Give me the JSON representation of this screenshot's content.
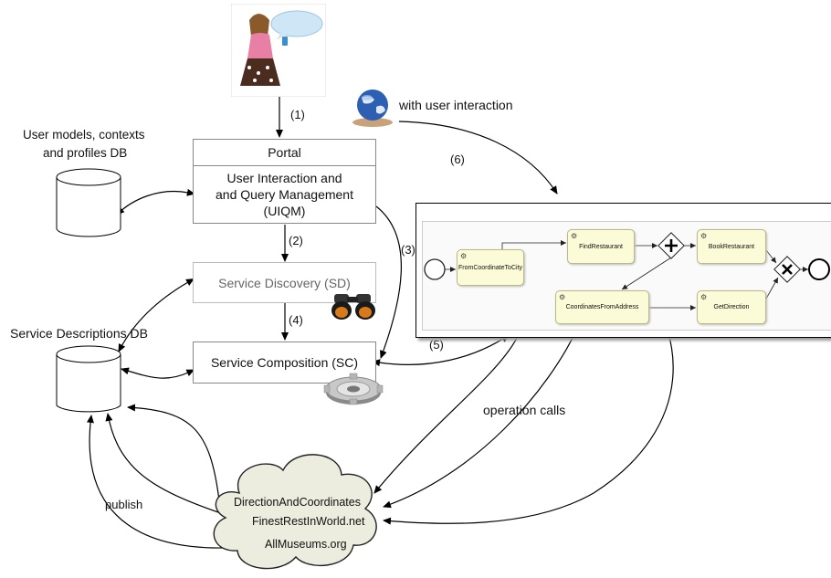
{
  "user_db": {
    "line1": "User models, contexts",
    "line2": "and profiles  DB"
  },
  "service_db": {
    "label": "Service Descriptions DB"
  },
  "portal": {
    "label": "Portal"
  },
  "uiqm": {
    "line1": "User Interaction and",
    "line2": "and Query Management",
    "line3": "(UIQM)"
  },
  "sd": {
    "label": "Service Discovery (SD)"
  },
  "sc": {
    "label": "Service Composition (SC)"
  },
  "steps": {
    "s1": "(1)",
    "s2": "(2)",
    "s3": "(3)",
    "s4": "(4)",
    "s5": "(5)",
    "s6": "(6)"
  },
  "globe_label": "with user interaction",
  "operation_calls": "operation calls",
  "publish": "publish",
  "cloud": {
    "s1": "DirectionAndCoordinates",
    "s2": "FinestRestInWorld.net",
    "s3": "AllMuseums.org"
  },
  "workflow": {
    "t1": "FromCoordinateToCity",
    "t2": "FindRestaurant",
    "t3": "BookRestaurant",
    "t4": "CoordinatesFromAddress",
    "t5": "GetDirection"
  }
}
